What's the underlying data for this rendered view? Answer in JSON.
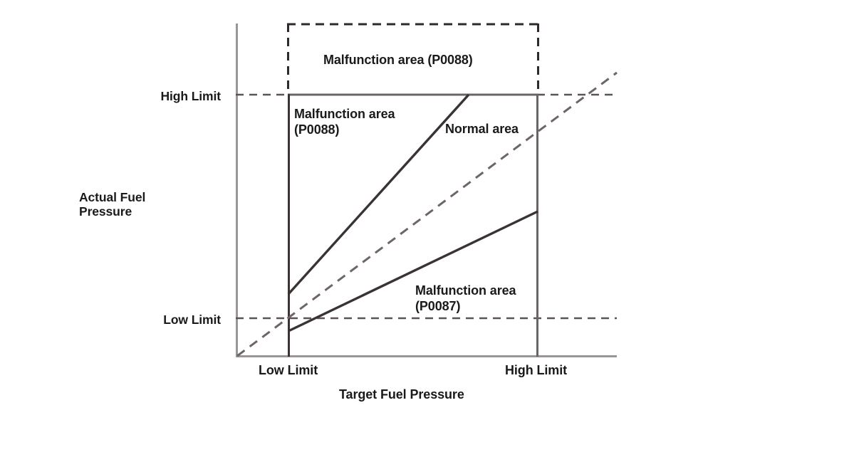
{
  "chart_data": {
    "type": "line",
    "title": "",
    "xlabel": "Target Fuel Pressure",
    "ylabel": "Actual Fuel Pressure",
    "grid": false,
    "legend": "none",
    "x_tick_labels": [
      "Low Limit",
      "High Limit"
    ],
    "y_tick_labels": [
      "High Limit",
      "Low Limit"
    ],
    "axis_ranges": {
      "x": [
        "0",
        "High Limit"
      ],
      "y": [
        "0",
        "High Limit"
      ]
    },
    "regions": [
      {
        "name": "Malfunction area (P0088) upper box",
        "code": "P0088",
        "label": "Malfunction area (P0088)",
        "boundary": "dashed",
        "x_range": [
          "Low Limit",
          "High Limit"
        ],
        "y_range": [
          "High Limit",
          "above High Limit"
        ]
      },
      {
        "name": "Malfunction area (P0088) left wedge",
        "code": "P0088",
        "label": "Malfunction area\n(P0088)",
        "boundary": "solid",
        "description": "Region above the upper normal boundary line and below High Limit"
      },
      {
        "name": "Normal area",
        "code": "",
        "label": "Normal area",
        "boundary": "solid",
        "description": "Band between the upper and lower normal boundary lines"
      },
      {
        "name": "Malfunction area (P0087)",
        "code": "P0087",
        "label": "Malfunction area\n(P0087)",
        "boundary": "solid",
        "description": "Region below the lower normal boundary line"
      }
    ],
    "series": [
      {
        "name": "Upper normal boundary",
        "style": "solid",
        "color": "#3a3333",
        "points": [
          [
            405,
            413
          ],
          [
            657,
            133
          ]
        ]
      },
      {
        "name": "Lower normal boundary",
        "style": "solid",
        "color": "#3a3333",
        "points": [
          [
            405,
            465
          ],
          [
            755,
            297
          ]
        ]
      },
      {
        "name": "Ideal 1:1 reference",
        "style": "dashed",
        "color": "#7a7070",
        "points": [
          [
            333,
            500
          ],
          [
            865,
            103
          ]
        ]
      }
    ]
  },
  "labels": {
    "malfunction_p0088_box": "Malfunction area (P0088)",
    "malfunction_p0088_wedge_line1": "Malfunction area",
    "malfunction_p0088_wedge_line2": "(P0088)",
    "normal_area": "Normal area",
    "malfunction_p0087_line1": "Malfunction area",
    "malfunction_p0087_line2": "(P0087)"
  },
  "axes": {
    "y_axis_title_line1": "Actual Fuel",
    "y_axis_title_line2": "Pressure",
    "y_high_limit": "High Limit",
    "y_low_limit": "Low Limit",
    "x_low_limit": "Low Limit",
    "x_high_limit": "High Limit",
    "x_axis_title": "Target Fuel Pressure"
  },
  "colors": {
    "axis": "#999492",
    "solid_line": "#3a3333",
    "dashed_line": "#6e6666",
    "limit_dash": "#5c5454",
    "text": "#1a1a1a",
    "background": "#ffffff"
  }
}
